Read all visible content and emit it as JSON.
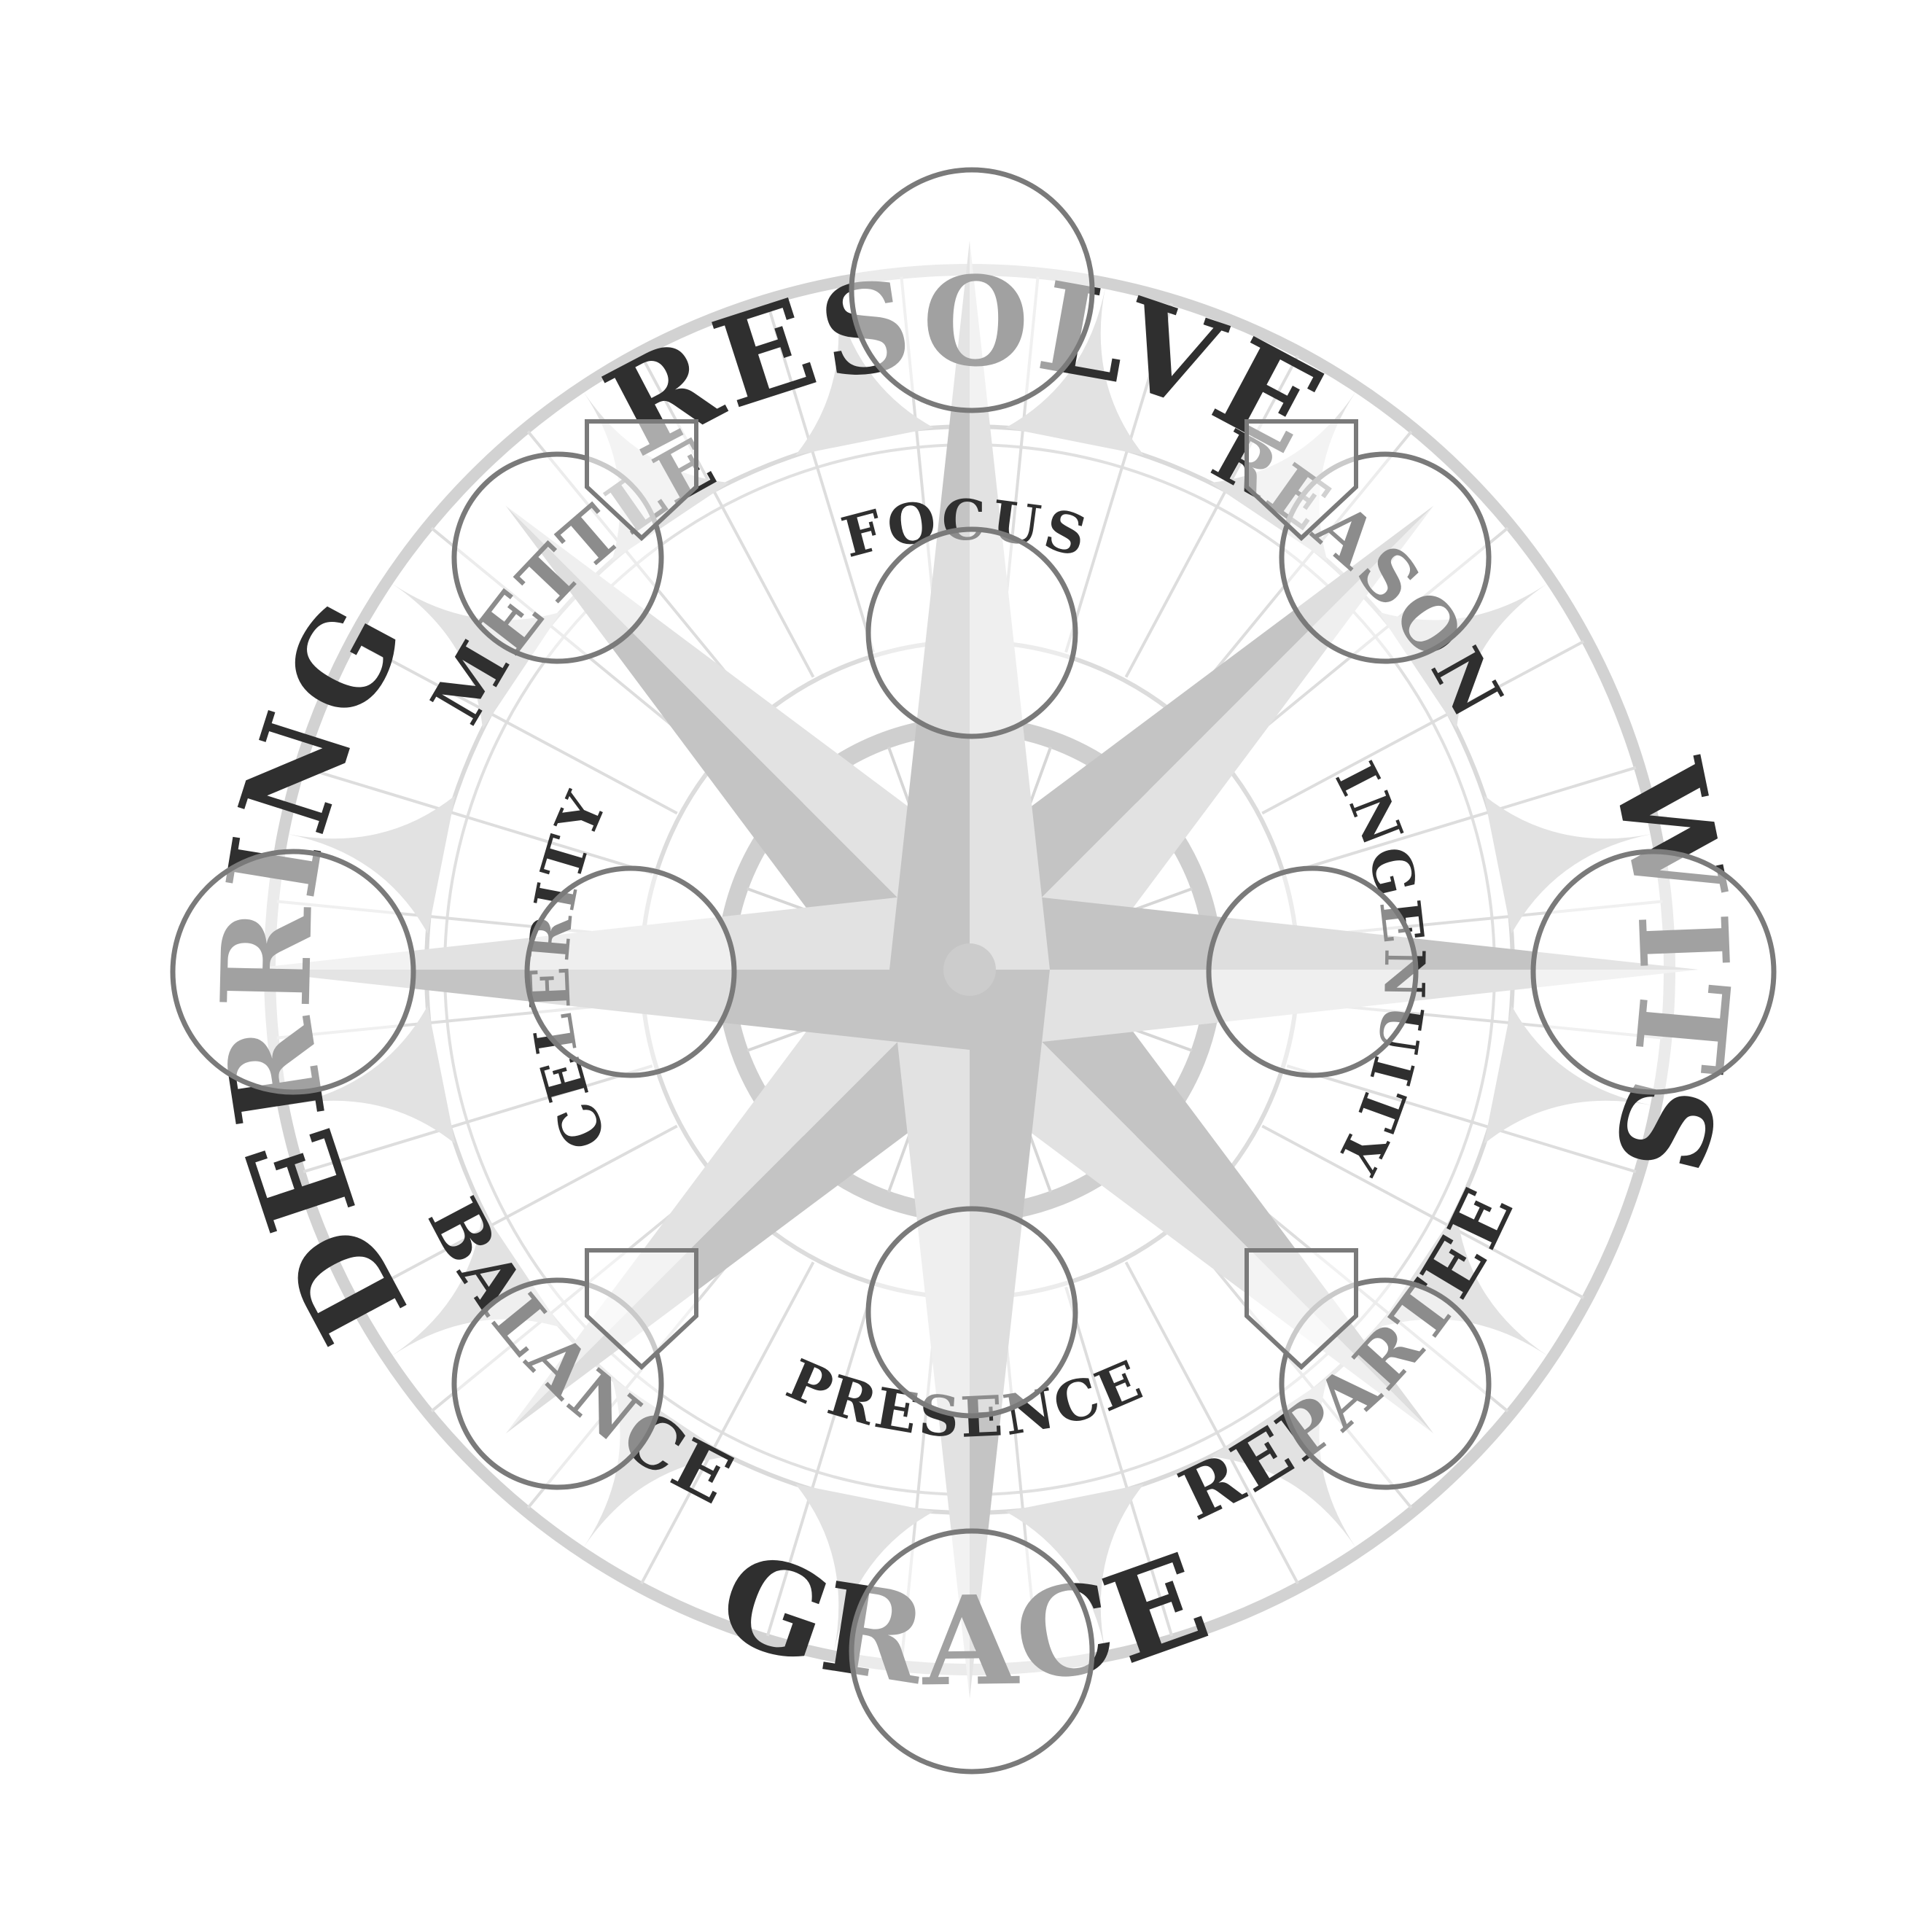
{
  "diagram": {
    "labels": {
      "resolve": "RESOLVE",
      "wits": "WITS",
      "grace": "GRACE",
      "derring": "DERRING",
      "mettle": "METTLE",
      "reason": "REASON",
      "balance": "BALANCE",
      "repartee": "REPARTEE",
      "focus": "FOCUS",
      "presence": "PRESENCE",
      "celerity": "CELERITY",
      "ingenuity": "INGENUITY"
    },
    "colors": {
      "ring": "#d2d2d2",
      "point_dark": "#c4c4c4",
      "point_light": "#e2e2e2",
      "circle_stroke": "#7a7a7a",
      "text": "#2f2f2f"
    }
  }
}
